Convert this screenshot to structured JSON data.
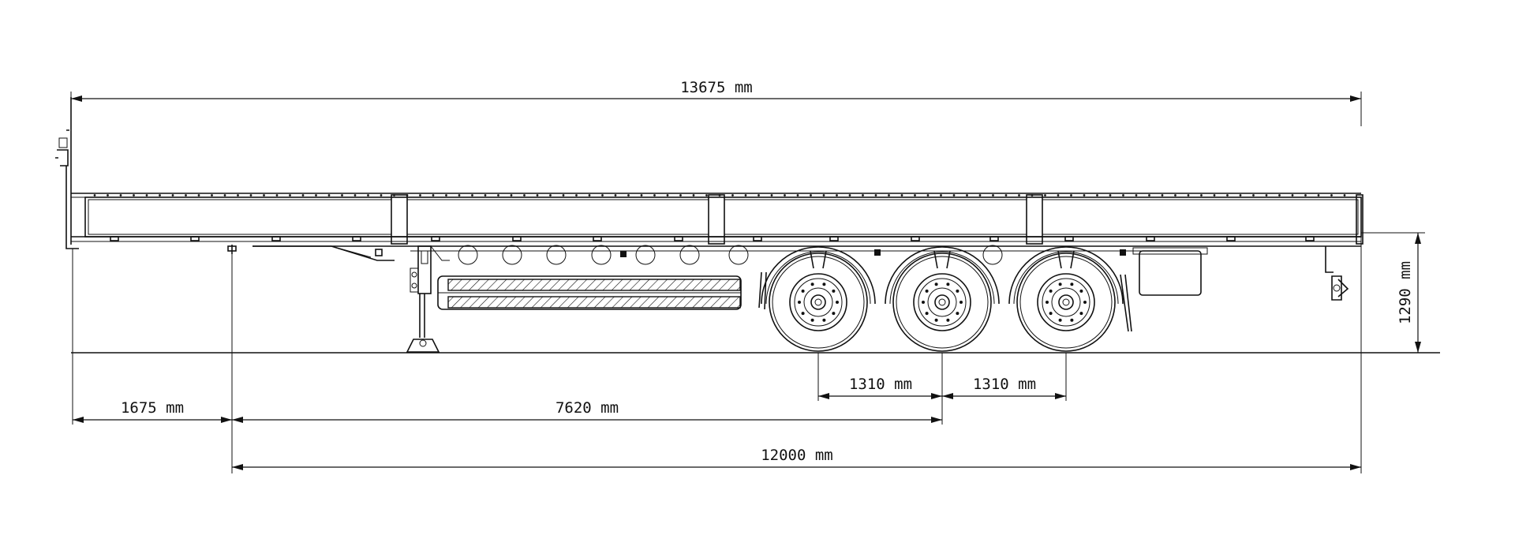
{
  "dimensions": {
    "overall_length": "13675 mm",
    "front_overhang": "1675 mm",
    "kingpin_to_axle": "7620 mm",
    "axle_spacing_1": "1310 mm",
    "axle_spacing_2": "1310 mm",
    "deck_length": "12000 mm",
    "deck_height": "1290 mm"
  },
  "drawing": {
    "subject": "tri-axle flatbed semi-trailer",
    "view": "side elevation",
    "axle_count": 3,
    "side_panel_sections": 4,
    "line_color": "#111111",
    "background": "#ffffff"
  }
}
